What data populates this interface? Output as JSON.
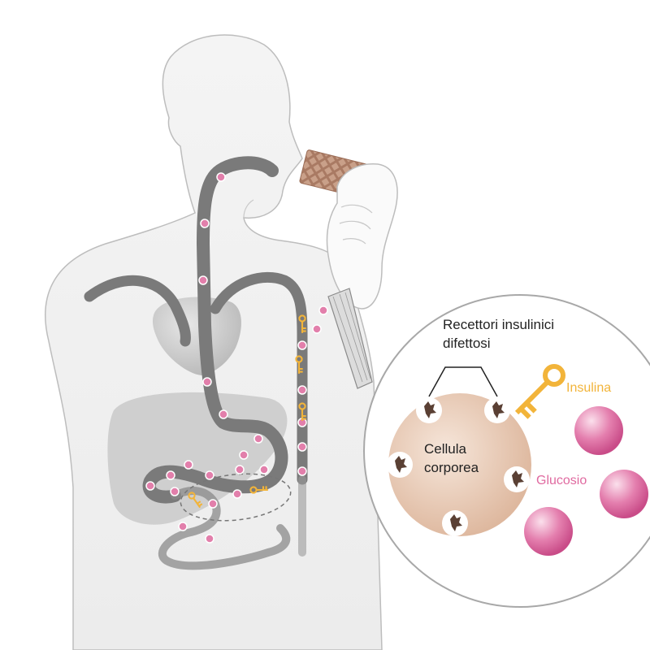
{
  "labels": {
    "receptors_line1": "Recettori insulinici",
    "receptors_line2": "difettosi",
    "cell_line1": "Cellula",
    "cell_line2": "corporea",
    "insulin": "Insulina",
    "glucose": "Glucosio"
  },
  "colors": {
    "glucose": "#e06aa0",
    "insulin": "#f2b43a",
    "organ": "#8a8a8a",
    "cell": "#e8c9b6",
    "text": "#222222"
  },
  "icons": [
    "key-icon",
    "glucose-molecule-icon",
    "wafer-icon",
    "receptor-icon"
  ]
}
